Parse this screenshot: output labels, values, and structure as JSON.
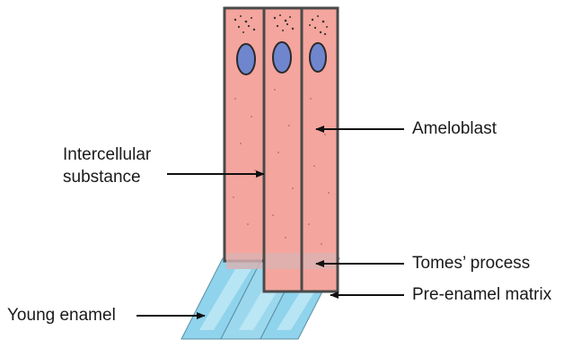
{
  "labels": {
    "ameloblast": "Ameloblast",
    "intercellular_line1": "Intercellular",
    "intercellular_line2": "substance",
    "tomes_process": "Tomes’ process",
    "pre_enamel_matrix": "Pre-enamel matrix",
    "young_enamel": "Young enamel"
  },
  "colors": {
    "cell_body": "#f4a59d",
    "cell_outline": "#4a4a4a",
    "nucleus": "#6f86cf",
    "nucleus_outline": "#2a2a2a",
    "enamel": "#8fd3ec",
    "enamel_highlight": "#c9ecf7",
    "arrow": "#111111"
  }
}
